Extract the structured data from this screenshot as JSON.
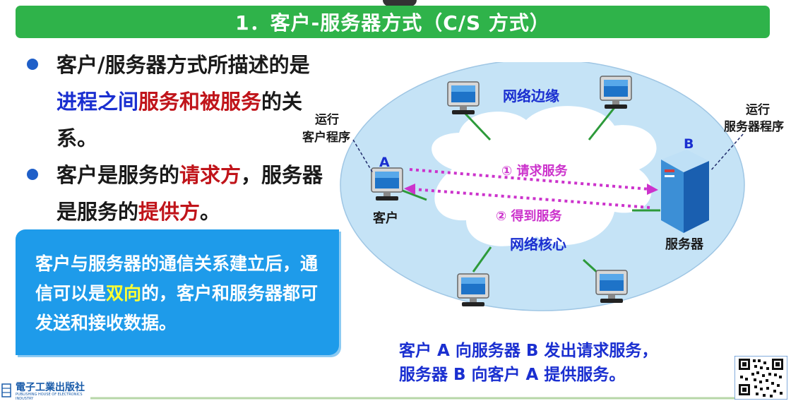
{
  "title": "1．客户-服务器方式（C/S 方式）",
  "bullets": [
    {
      "parts": [
        {
          "text": "客户/服务器方式所描述的是",
          "style": "normal"
        },
        {
          "text": "进程之间",
          "style": "blue"
        },
        {
          "text": "服务和被服务",
          "style": "red"
        },
        {
          "text": "的关系。",
          "style": "normal"
        }
      ]
    },
    {
      "parts": [
        {
          "text": "客户是服务的",
          "style": "normal"
        },
        {
          "text": "请求方",
          "style": "red"
        },
        {
          "text": "，服务器是服务的",
          "style": "normal"
        },
        {
          "text": "提供方",
          "style": "red"
        },
        {
          "text": "。",
          "style": "normal"
        }
      ]
    }
  ],
  "box": {
    "line1": "客户与服务器的通信关系建立后，通信可以是",
    "highlight": "双向",
    "line2": "的，客户和服务器都可发送和接收数据。"
  },
  "diagram": {
    "edge_label": "网络边缘",
    "core_label": "网络核心",
    "client_run_1": "运行",
    "client_run_2": "客户程序",
    "server_run_1": "运行",
    "server_run_2": "服务器程序",
    "client_letter": "A",
    "server_letter": "B",
    "client_name": "客户",
    "server_name": "服务器",
    "request": "① 请求服务",
    "response": "② 得到服务"
  },
  "caption": {
    "line1": "客户 A 向服务器 B 发出请求服务，",
    "line2": "服务器 B 向客户 A 提供服务。"
  },
  "publisher": {
    "name": "電子工業出版社",
    "sub": "PUBLISHING HOUSE OF ELECTRONICS INDUSTRY"
  },
  "colors": {
    "title_bg": "#2fb34a",
    "box_bg": "#1e9bea",
    "blue_text": "#1a2fd0",
    "red_text": "#c0141a",
    "arrow": "#cc33cc",
    "highlight": "#ffff33"
  }
}
